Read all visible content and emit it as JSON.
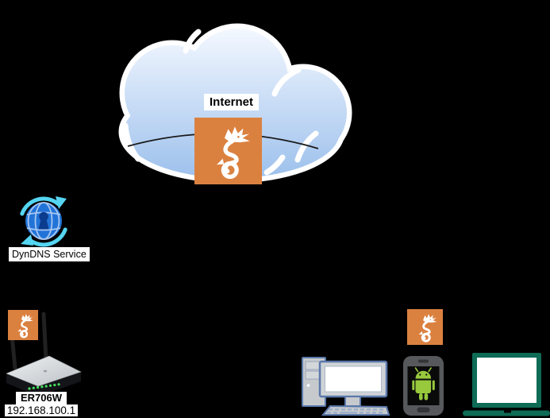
{
  "colors": {
    "background": "#000000",
    "wireguard_orange": "#DB8140",
    "cloud_top": "#f4f8ff",
    "cloud_bottom": "#9cc0ec",
    "dyndns_blue": "#2273d8",
    "dyndns_navy": "#0b3c8e",
    "dyndns_cyan": "#55d5f2",
    "android_green": "#98C93D",
    "laptop_green": "#0E6B55",
    "pc_outline": "#5b79ab",
    "led_green": "#44e05c",
    "tunnel_line": "#1a1a1a"
  },
  "cloud": {
    "label": "Internet"
  },
  "dyndns": {
    "label": "DynDNS Service"
  },
  "router": {
    "model": "ER706W",
    "ip": "192.168.100.1"
  },
  "icons": {
    "cloud": "internet-cloud-icon",
    "wireguard": "wireguard-logo-icon",
    "dyndns": "dyndns-sync-globe-icon",
    "router": "wireless-router-icon",
    "desktop": "desktop-computer-icon",
    "phone": "android-phone-icon",
    "laptop": "laptop-icon"
  }
}
